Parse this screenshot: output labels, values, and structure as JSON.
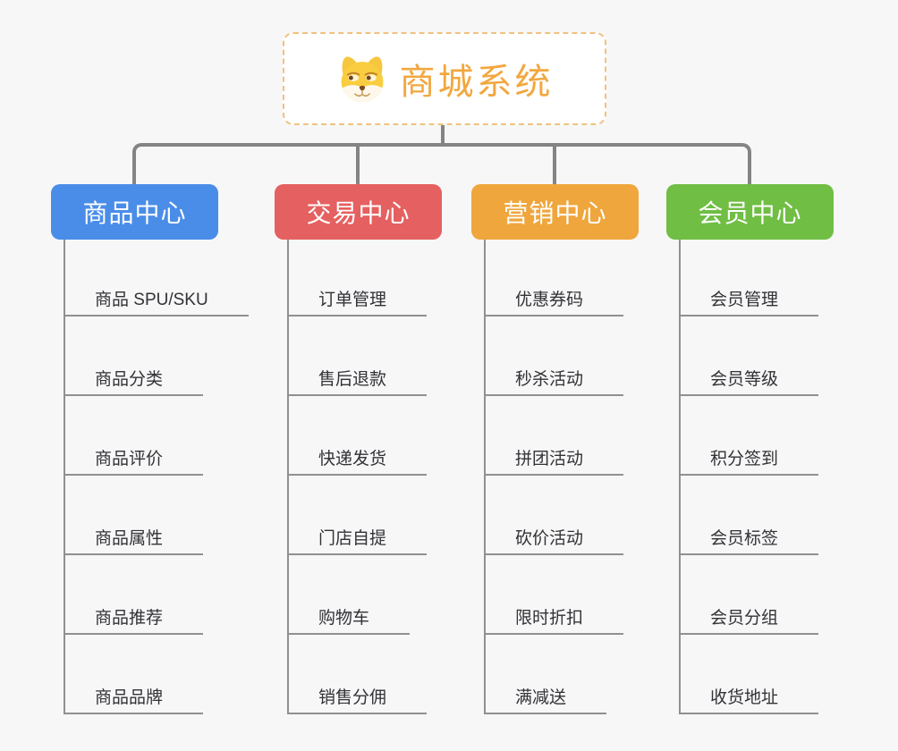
{
  "canvas": {
    "background_color": "#F7F7F7",
    "connector_color": "#848484",
    "underline_color": "#909090"
  },
  "root": {
    "icon": "dog-face-icon",
    "title": "商城系统",
    "title_color": "#F2A73F",
    "border_color": "#F1C180"
  },
  "branches": [
    {
      "label": "商品中心",
      "color": "#4A8DE8",
      "items": [
        "商品 SPU/SKU",
        "商品分类",
        "商品评价",
        "商品属性",
        "商品推荐",
        "商品品牌"
      ]
    },
    {
      "label": "交易中心",
      "color": "#E56060",
      "items": [
        "订单管理",
        "售后退款",
        "快递发货",
        "门店自提",
        "购物车",
        "销售分佣"
      ]
    },
    {
      "label": "营销中心",
      "color": "#EFA63C",
      "items": [
        "优惠券码",
        "秒杀活动",
        "拼团活动",
        "砍价活动",
        "限时折扣",
        "满减送"
      ]
    },
    {
      "label": "会员中心",
      "color": "#70BE44",
      "items": [
        "会员管理",
        "会员等级",
        "积分签到",
        "会员标签",
        "会员分组",
        "收货地址"
      ]
    }
  ]
}
